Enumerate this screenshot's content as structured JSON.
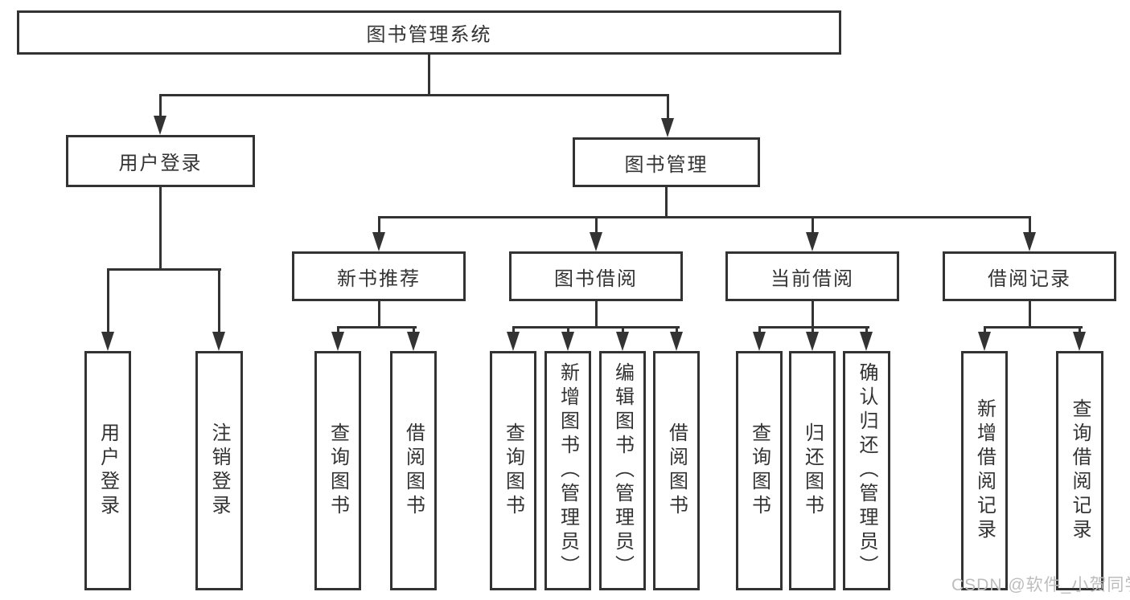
{
  "diagram_type": "hierarchy-tree",
  "watermark": "CSDN @软件_小贺同学",
  "colors": {
    "line": "#333333",
    "text": "#333333",
    "background": "#ffffff",
    "watermark": "#bdbdbd"
  },
  "tree": {
    "label": "图书管理系统",
    "children": [
      {
        "label": "用户登录",
        "children": [
          {
            "label": "用户登录"
          },
          {
            "label": "注销登录"
          }
        ]
      },
      {
        "label": "图书管理",
        "children": [
          {
            "label": "新书推荐",
            "children": [
              {
                "label": "查询图书"
              },
              {
                "label": "借阅图书"
              }
            ]
          },
          {
            "label": "图书借阅",
            "children": [
              {
                "label": "查询图书"
              },
              {
                "label": "新增图书（管理员）"
              },
              {
                "label": "编辑图书（管理员）"
              },
              {
                "label": "借阅图书"
              }
            ]
          },
          {
            "label": "当前借阅",
            "children": [
              {
                "label": "查询图书"
              },
              {
                "label": "归还图书"
              },
              {
                "label": "确认归还（管理员）"
              }
            ]
          },
          {
            "label": "借阅记录",
            "children": [
              {
                "label": "新增借阅记录"
              },
              {
                "label": "查询借阅记录"
              }
            ]
          }
        ]
      }
    ]
  }
}
